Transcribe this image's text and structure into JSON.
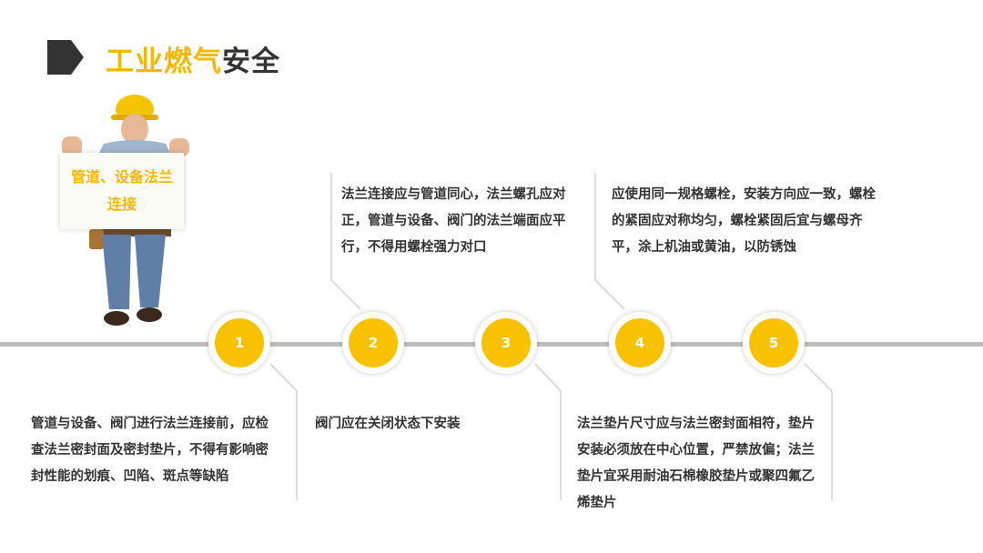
{
  "header": {
    "title_highlight": "工业燃气",
    "title_rest": "安全"
  },
  "sign": {
    "text": "管道、设备法兰连接"
  },
  "steps": [
    {
      "number": "1",
      "text": "管道与设备、阀门进行法兰连接前，应检查法兰密封面及密封垫片，不得有影响密封性能的划痕、凹陷、斑点等缺陷"
    },
    {
      "number": "2",
      "text": "法兰连接应与管道同心，法兰螺孔应对正，管道与设备、阀门的法兰端面应平行，不得用螺栓强力对口"
    },
    {
      "number": "3",
      "text": "阀门应在关闭状态下安装"
    },
    {
      "number": "4",
      "text": "应使用同一规格螺栓，安装方向应一致，螺栓的紧固应对称均匀，螺栓紧固后宜与螺母齐平，涂上机油或黄油，以防锈蚀"
    },
    {
      "number": "5",
      "text": "法兰垫片尺寸应与法兰密封面相符，垫片安装必须放在中心位置，严禁放偏；法兰垫片宜采用耐油石棉橡胶垫片或聚四氟乙烯垫片"
    }
  ],
  "colors": {
    "accent": "#f8c200",
    "title_accent": "#f5b800",
    "text": "#333333",
    "line": "#bdbdbd"
  }
}
